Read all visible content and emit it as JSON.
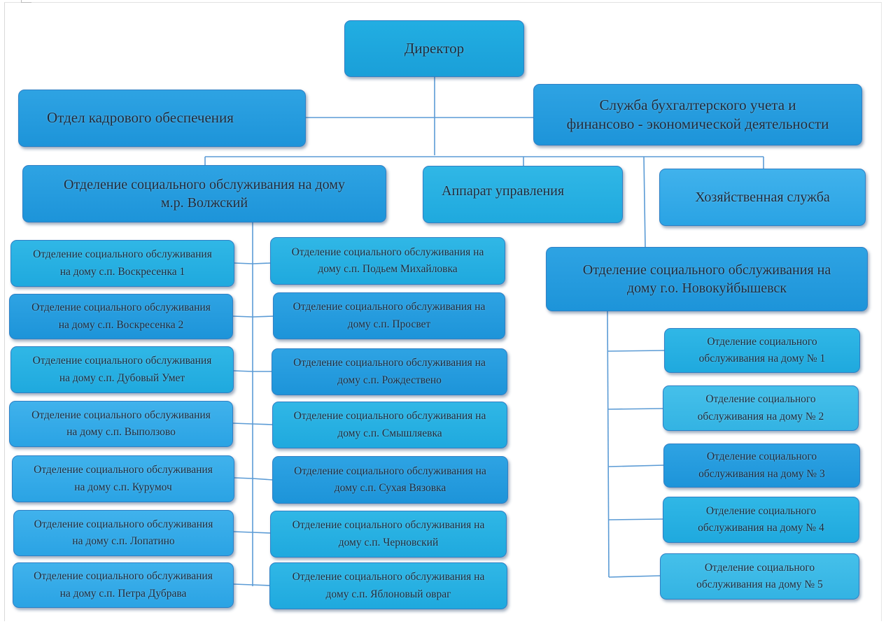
{
  "director": "Директор",
  "hr_dept": "Отдел кадрового обеспечения",
  "accounting": {
    "line1": "Служба бухгалтерского учета и",
    "line2": "финансово - экономической деятельности"
  },
  "volzhsky": {
    "line1": "Отделение социального обслуживания на дому",
    "line2": "м.р. Волжский"
  },
  "management": "Аппарат управления",
  "household": "Хозяйственная служба",
  "novokuybyshevsk": {
    "line1": "Отделение социального обслуживания на",
    "line2": "дому г.о. Новокуйбышевск"
  },
  "left_column": [
    {
      "line1": "Отделение социального обслуживания",
      "line2": "на дому с.п. Воскресенка 1"
    },
    {
      "line1": "Отделение социального обслуживания",
      "line2": "на дому с.п. Воскресенка 2"
    },
    {
      "line1": "Отделение социального обслуживания",
      "line2": "на дому с.п. Дубовый Умет"
    },
    {
      "line1": "Отделение социального обслуживания",
      "line2": "на дому с.п. Выползово"
    },
    {
      "line1": "Отделение социального обслуживания",
      "line2": "на дому с.п. Курумоч"
    },
    {
      "line1": "Отделение социального обслуживания",
      "line2": "на дому с.п. Лопатино"
    },
    {
      "line1": "Отделение социального обслуживания",
      "line2": "на дому с.п. Петра Дубрава"
    }
  ],
  "middle_column": [
    {
      "line1": "Отделение социального обслуживания на",
      "line2": "дому с.п. Подьем Михайловка"
    },
    {
      "line1": "Отделение социального обслуживания на",
      "line2": "дому с.п. Просвет"
    },
    {
      "line1": "Отделение социального обслуживания на",
      "line2": "дому с.п. Рождествено"
    },
    {
      "line1": "Отделение социального обслуживания на",
      "line2": "дому с.п. Смышляевка"
    },
    {
      "line1": "Отделение социального обслуживания на",
      "line2": "дому с.п. Сухая Вязовка"
    },
    {
      "line1": "Отделение социального обслуживания на",
      "line2": "дому с.п. Черновский"
    },
    {
      "line1": "Отделение социального обслуживания на",
      "line2": "дому с.п. Яблоновый овраг"
    }
  ],
  "right_column": [
    {
      "line1": "Отделение социального",
      "line2": "обслуживания на дому № 1"
    },
    {
      "line1": "Отделение социального",
      "line2": "обслуживания на дому № 2"
    },
    {
      "line1": "Отделение социального",
      "line2": "обслуживания на дому № 3"
    },
    {
      "line1": "Отделение социального",
      "line2": "обслуживания на дому № 4"
    },
    {
      "line1": "Отделение социального",
      "line2": "обслуживания на дому № 5"
    }
  ]
}
